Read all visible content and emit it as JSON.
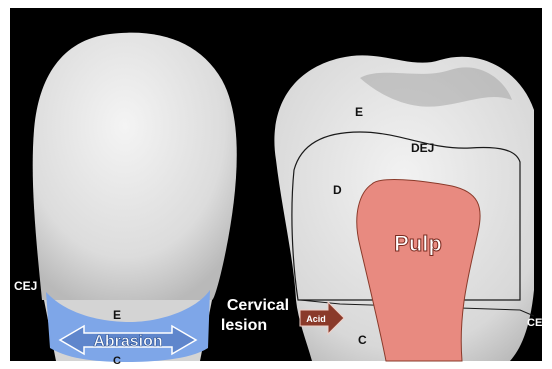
{
  "left_tooth": {
    "cej_label": "CEJ",
    "enamel_label": "E",
    "abrasion_label": "Abrasion",
    "cementum_label": "C"
  },
  "right_tooth": {
    "enamel_label": "E",
    "dej_label": "DEJ",
    "dentin_label": "D",
    "pulp_label": "Pulp",
    "cementum_label": "C",
    "cej_label": "CEJ",
    "lesion_label_line1": "Cervical",
    "lesion_label_line2": "lesion",
    "acid_label": "Acid"
  },
  "colors": {
    "background": "#000000",
    "tooth": "#e6e6e6",
    "abrasion": "#7ea6e8",
    "pulp": "#e88a80",
    "acid_arrow": "#8a3a2a"
  }
}
